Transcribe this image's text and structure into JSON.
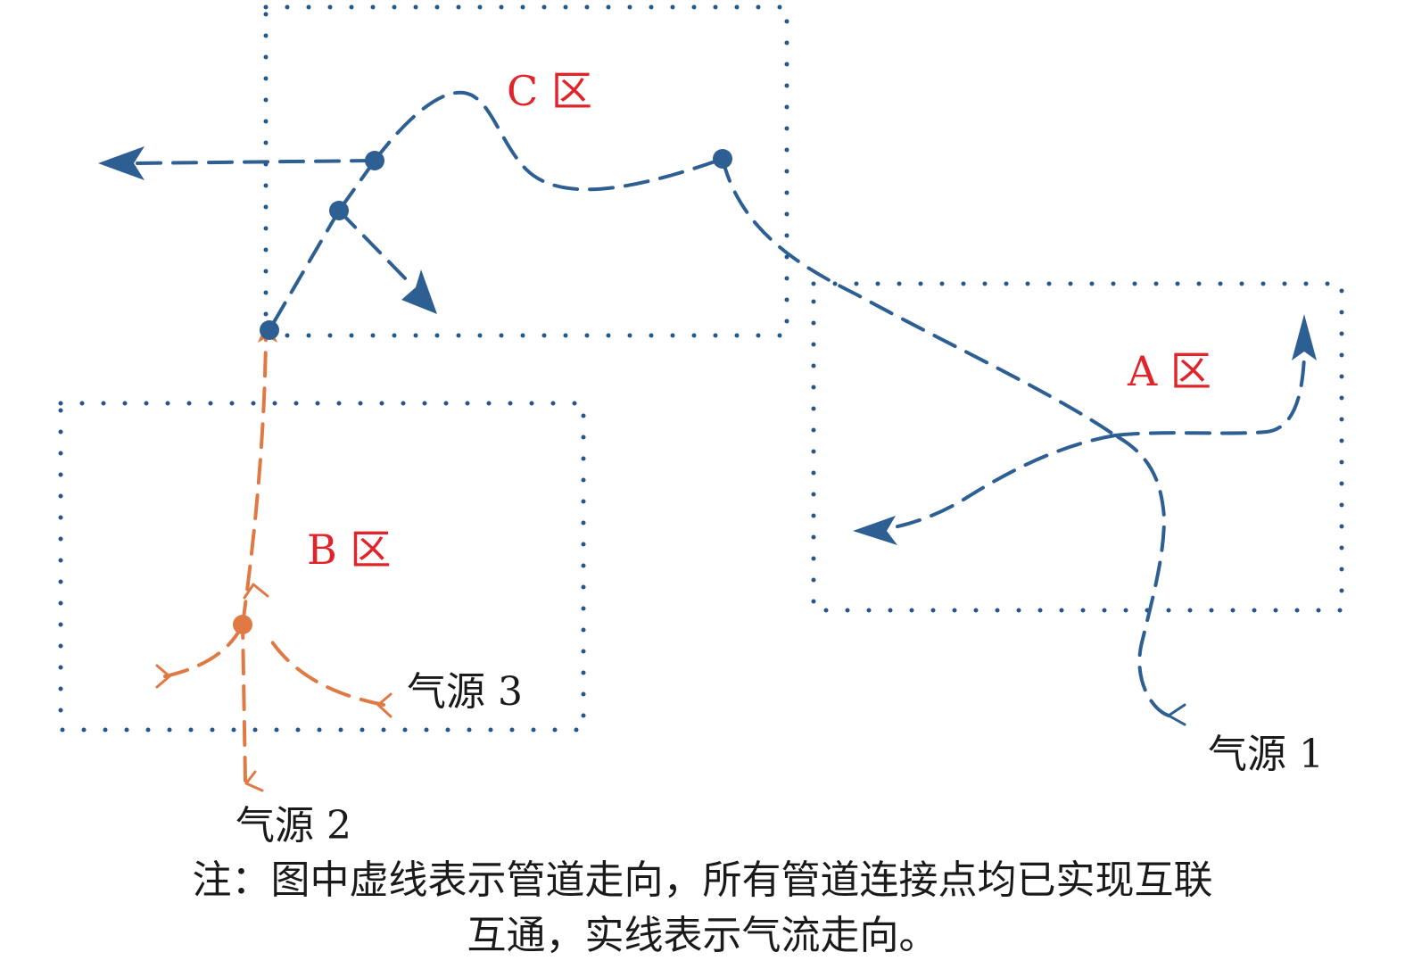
{
  "zones": {
    "a": "A 区",
    "b": "B 区",
    "c": "C 区"
  },
  "sources": {
    "s1": "气源 1",
    "s2": "气源 2",
    "s3": "气源 3"
  },
  "note": {
    "line1": "注：图中虚线表示管道走向，所有管道连接点均已实现互联",
    "line2": "互通，实线表示气流走向。"
  },
  "colors": {
    "pipe_blue": "#2e5f93",
    "pipe_orange": "#e07a45",
    "zone_label_red": "#e0242a",
    "zone_border": "#27558a"
  }
}
